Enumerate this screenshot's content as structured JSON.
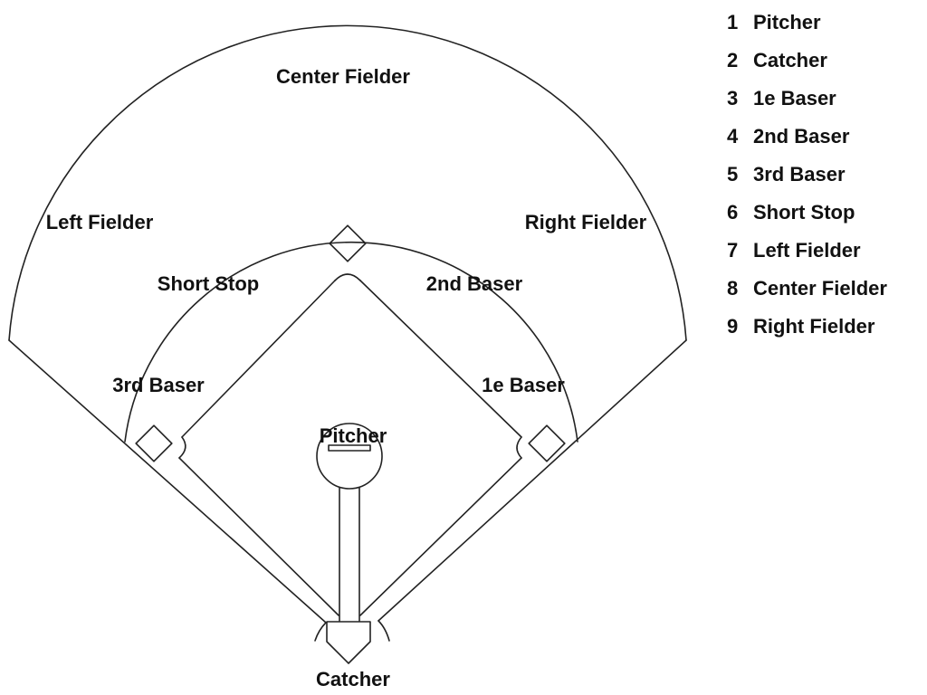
{
  "colors": {
    "line": "#222222",
    "text": "#111111",
    "background": "#ffffff"
  },
  "field_labels": {
    "center_fielder": "Center Fielder",
    "left_fielder": "Left Fielder",
    "right_fielder": "Right Fielder",
    "short_stop": "Short Stop",
    "second_baser": "2nd Baser",
    "third_baser": "3rd Baser",
    "first_baser": "1e Baser",
    "pitcher": "Pitcher",
    "catcher": "Catcher"
  },
  "legend": [
    {
      "number": "1",
      "label": "Pitcher"
    },
    {
      "number": "2",
      "label": "Catcher"
    },
    {
      "number": "3",
      "label": "1e Baser"
    },
    {
      "number": "4",
      "label": "2nd Baser"
    },
    {
      "number": "5",
      "label": "3rd Baser"
    },
    {
      "number": "6",
      "label": "Short Stop"
    },
    {
      "number": "7",
      "label": "Left Fielder"
    },
    {
      "number": "8",
      "label": "Center Fielder"
    },
    {
      "number": "9",
      "label": "Right Fielder"
    }
  ]
}
